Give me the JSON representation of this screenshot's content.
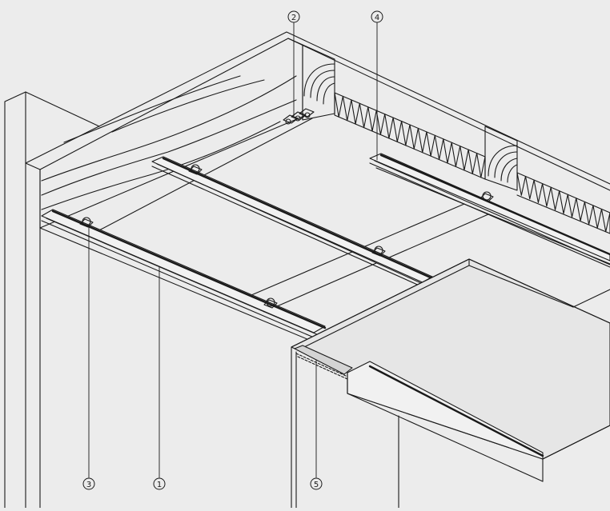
{
  "colors": {
    "background": "#ececec",
    "line": "#1a1a1a",
    "fill_light": "#f1f1f1",
    "fill_face": "#e6e6e6"
  },
  "callouts": [
    {
      "id": "c1",
      "label": "1"
    },
    {
      "id": "c2",
      "label": "2"
    },
    {
      "id": "c3",
      "label": "3"
    },
    {
      "id": "c4",
      "label": "4"
    },
    {
      "id": "c5",
      "label": "5"
    }
  ]
}
